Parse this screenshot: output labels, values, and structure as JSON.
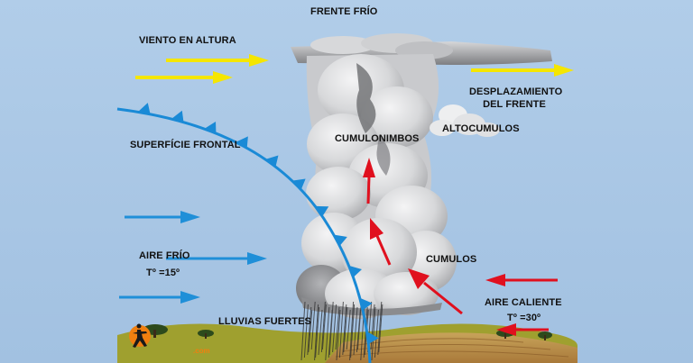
{
  "labels": {
    "title": "FRENTE FRÍO",
    "wind_aloft": "VIENTO EN ALTURA",
    "front_movement_line1": "DESPLAZAMIENTO",
    "front_movement_line2": "DEL FRENTE",
    "cumulonimbus": "CUMULONIMBOS",
    "altocumulus": "ALTOCUMULOS",
    "frontal_surface": "SUPERFÍCIE FRONTAL",
    "cold_air": "AIRE FRÍO",
    "cold_temp": "Tº =15º",
    "cumulus": "CUMULOS",
    "warm_air": "AIRE CALIENTE",
    "warm_temp": "Tº =30º",
    "heavy_rain": "LLUVIAS FUERTES"
  },
  "logo": {
    "brand_text": ".com"
  },
  "colors": {
    "sky": "#a9c7e6",
    "cold_arrow": "#1f8fd8",
    "warm_arrow": "#e0101e",
    "wind_arrow": "#f5e600",
    "front_line": "#1a8ad6",
    "cloud": "#d9dadc",
    "cloud_shadow": "#8c8d90",
    "ground": "#9a9b2c",
    "logo": "#f07f10"
  },
  "icons": {
    "logo": "sun-person-logo-icon"
  }
}
